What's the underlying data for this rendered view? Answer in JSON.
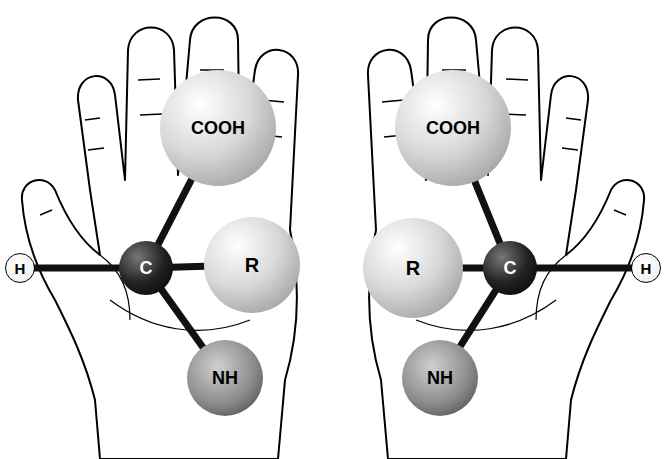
{
  "diagram": {
    "nodes": [
      {
        "text": [
          "COOH"
        ]
      },
      {
        "text": [
          "H"
        ]
      },
      {
        "text": [
          "C"
        ]
      },
      {
        "text": [
          "R"
        ]
      },
      {
        "text": [
          "NH"
        ]
      },
      {
        "text": [
          "COOH"
        ]
      },
      {
        "text": [
          "R"
        ]
      },
      {
        "text": [
          "C"
        ]
      },
      {
        "text": [
          "H"
        ]
      },
      {
        "text": [
          "NH"
        ]
      }
    ],
    "edges": [
      {
        "from": 2,
        "to": 0,
        "arrow": "none"
      },
      {
        "from": 2,
        "to": 3,
        "arrow": "none"
      },
      {
        "from": 2,
        "to": 4,
        "arrow": "none"
      },
      {
        "from": 2,
        "to": 1,
        "arrow": "none"
      },
      {
        "from": 7,
        "to": 5,
        "arrow": "none"
      },
      {
        "from": 7,
        "to": 6,
        "arrow": "none"
      },
      {
        "from": 7,
        "to": 9,
        "arrow": "none"
      },
      {
        "from": 7,
        "to": 8,
        "arrow": "none"
      }
    ]
  }
}
